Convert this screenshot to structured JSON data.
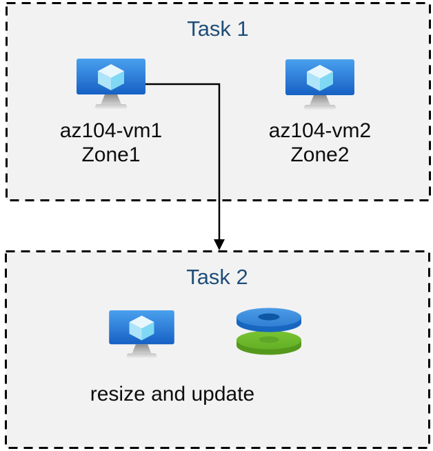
{
  "diagram": {
    "task1": {
      "title": "Task 1",
      "vms": [
        {
          "name": "az104-vm1",
          "zone": "Zone1"
        },
        {
          "name": "az104-vm2",
          "zone": "Zone2"
        }
      ]
    },
    "task2": {
      "title": "Task 2",
      "action": "resize and update"
    },
    "icons": {
      "vm": "virtual-machine-icon",
      "disks": "managed-disks-icon"
    },
    "colors": {
      "box_background": "#f2f2f2",
      "box_border": "#000000",
      "title": "#1f4e79",
      "label": "#0d0d0d",
      "arrow": "#000000",
      "vm_screen_top": "#4aa0ee",
      "vm_screen_bottom": "#1660c4",
      "cube_top": "#e8f7fd",
      "cube_left": "#aee4f9",
      "cube_right": "#7fd9f5",
      "disk_blue": "#3e8ede",
      "disk_blue_dark": "#1766c0",
      "disk_blue_hole": "#0d57a5",
      "disk_green": "#6cbb2d",
      "disk_green_dark": "#55991c",
      "disk_green_hole": "#5ea727"
    }
  }
}
